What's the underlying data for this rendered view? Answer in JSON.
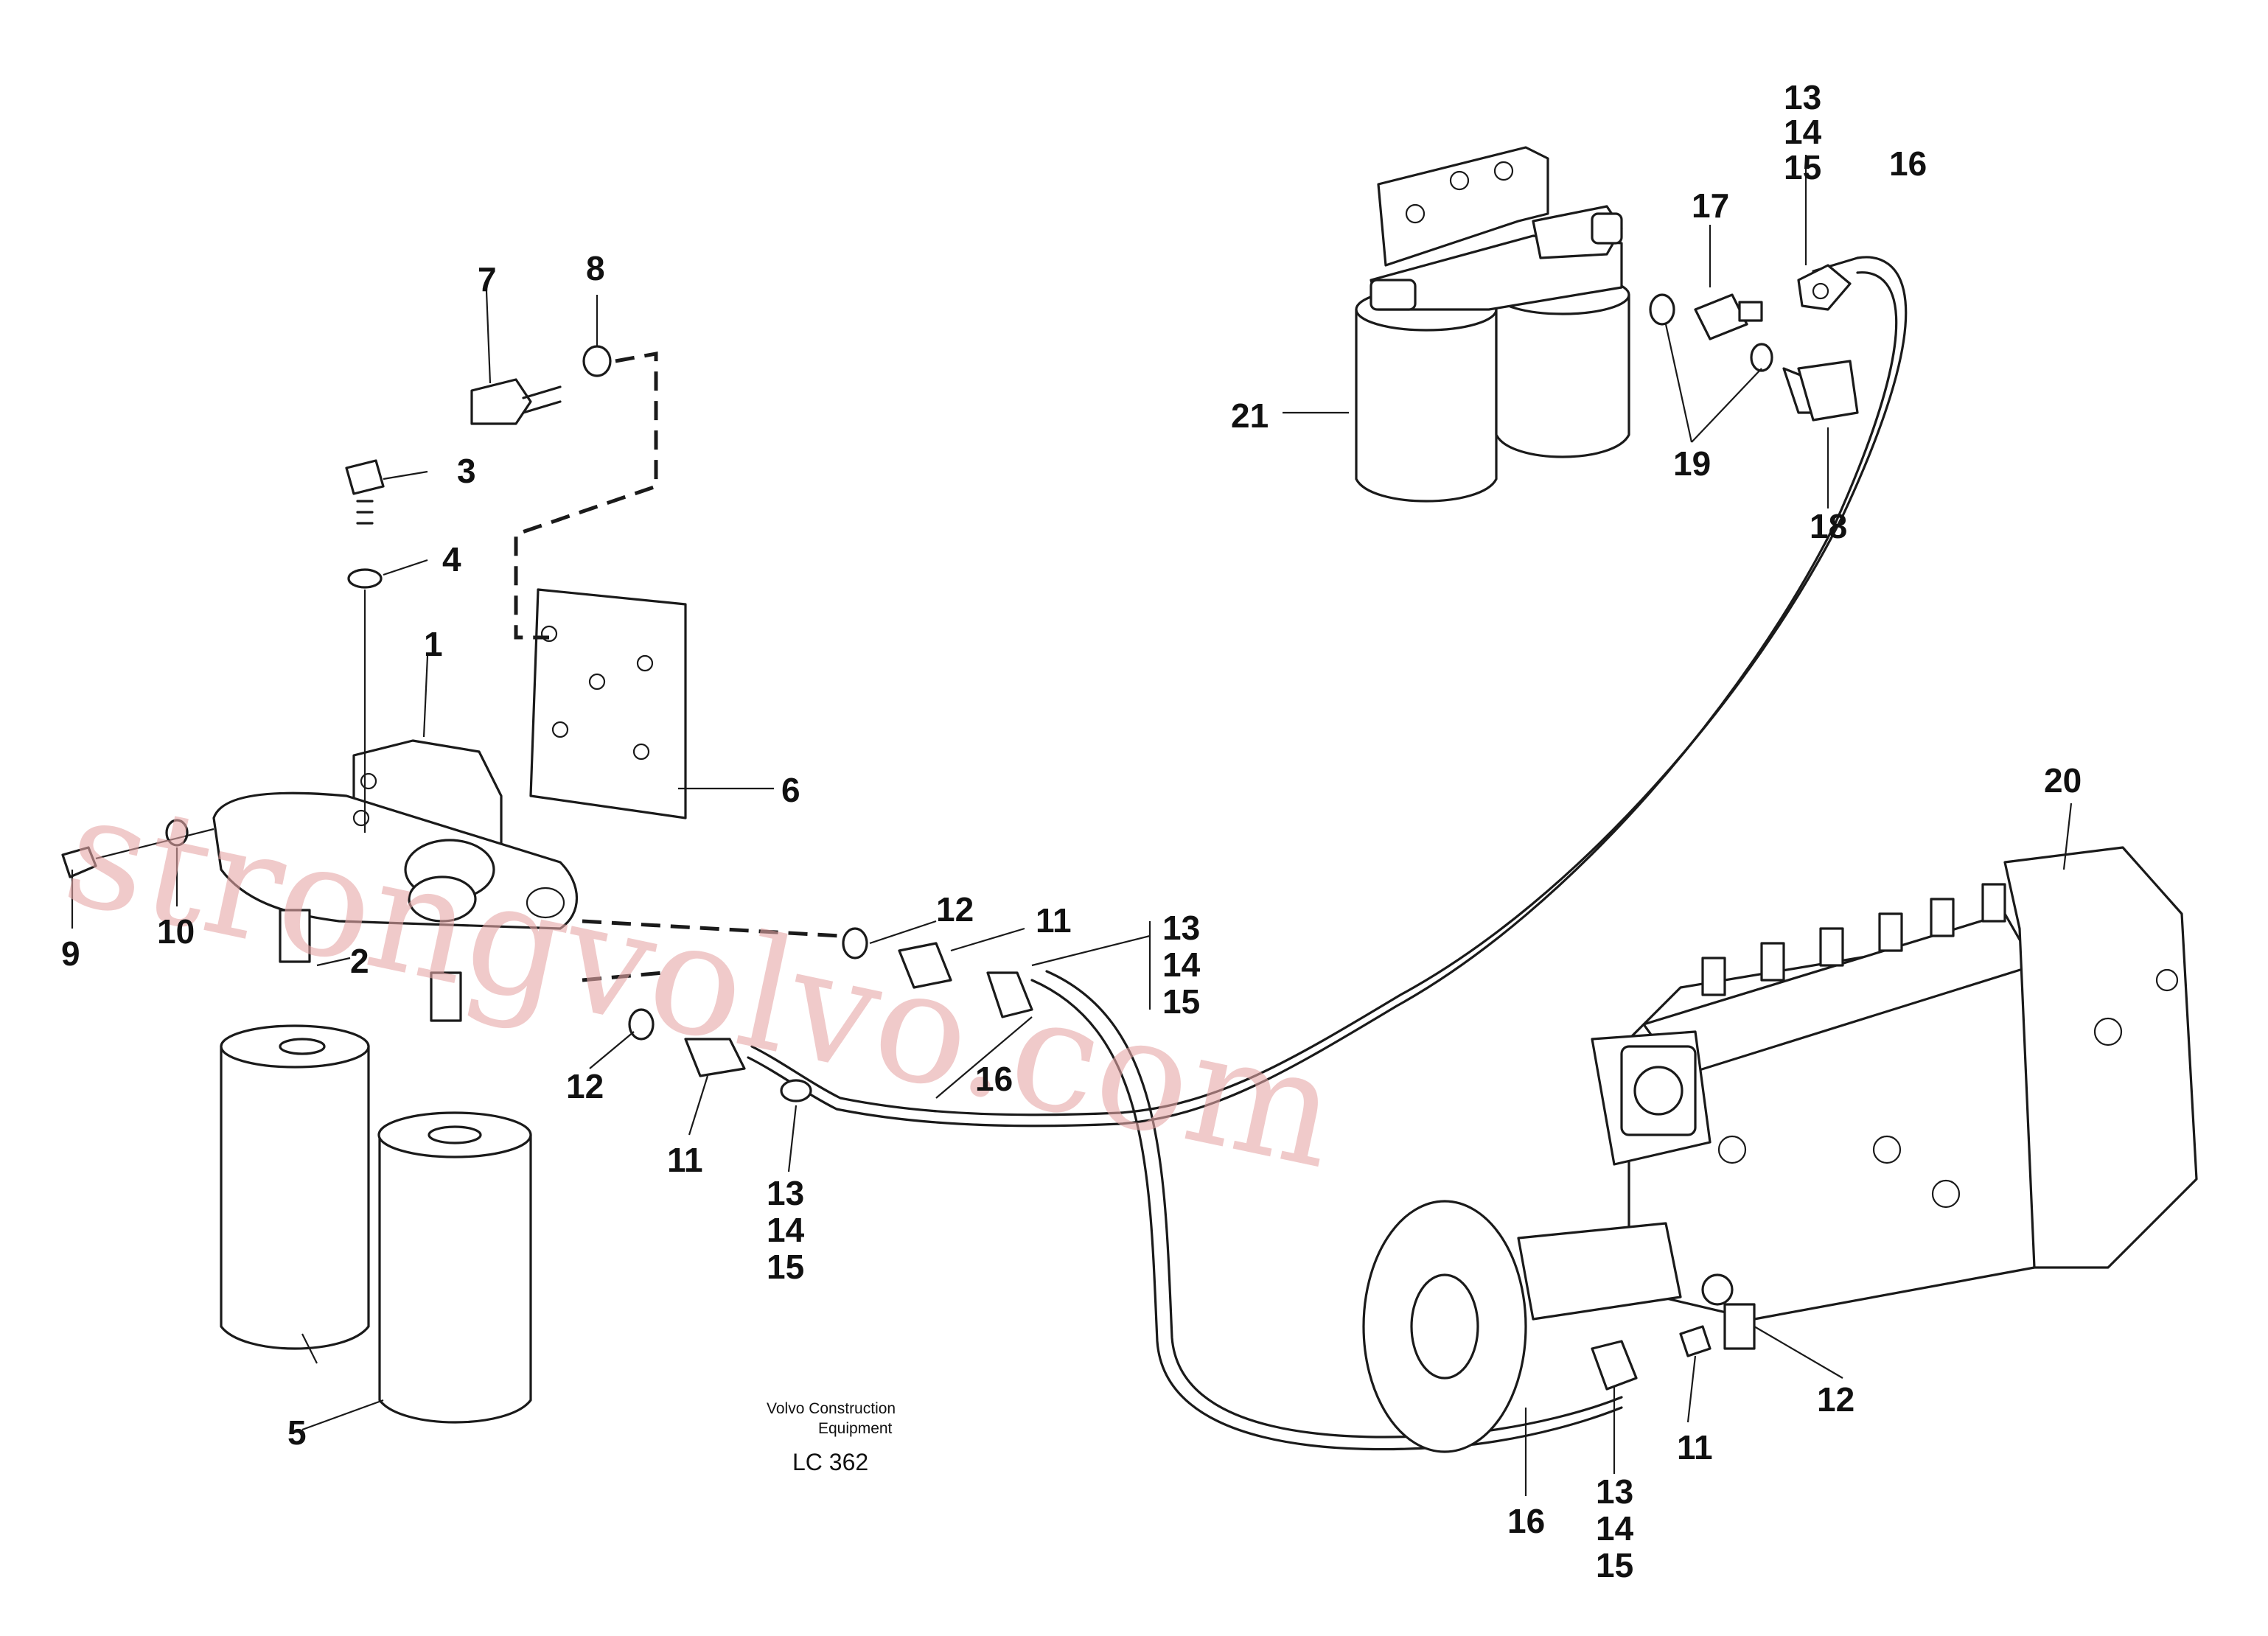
{
  "diagram": {
    "labels": {
      "l1": "1",
      "l2": "2",
      "l3": "3",
      "l4": "4",
      "l5": "5",
      "l6": "6",
      "l7": "7",
      "l8": "8",
      "l9": "9",
      "l10": "10",
      "l11a": "11",
      "l11b": "11",
      "l11c": "11",
      "l12a": "12",
      "l12b": "12",
      "l12c": "12",
      "l13a": "13",
      "l14a": "14",
      "l15a": "15",
      "l16a": "16",
      "l17": "17",
      "l18": "18",
      "l19": "19",
      "l21": "21",
      "l13b": "13",
      "l14b": "14",
      "l15b": "15",
      "l16b": "16",
      "l13c": "13",
      "l14c": "14",
      "l15c": "15",
      "l16c": "16",
      "l20": "20",
      "l13d": "13",
      "l14d": "14",
      "l15d": "15"
    },
    "footer": {
      "line1": "Volvo Construction",
      "line2": "Equipment",
      "code": "LC 362"
    },
    "watermark": "strongvolvo.com"
  }
}
